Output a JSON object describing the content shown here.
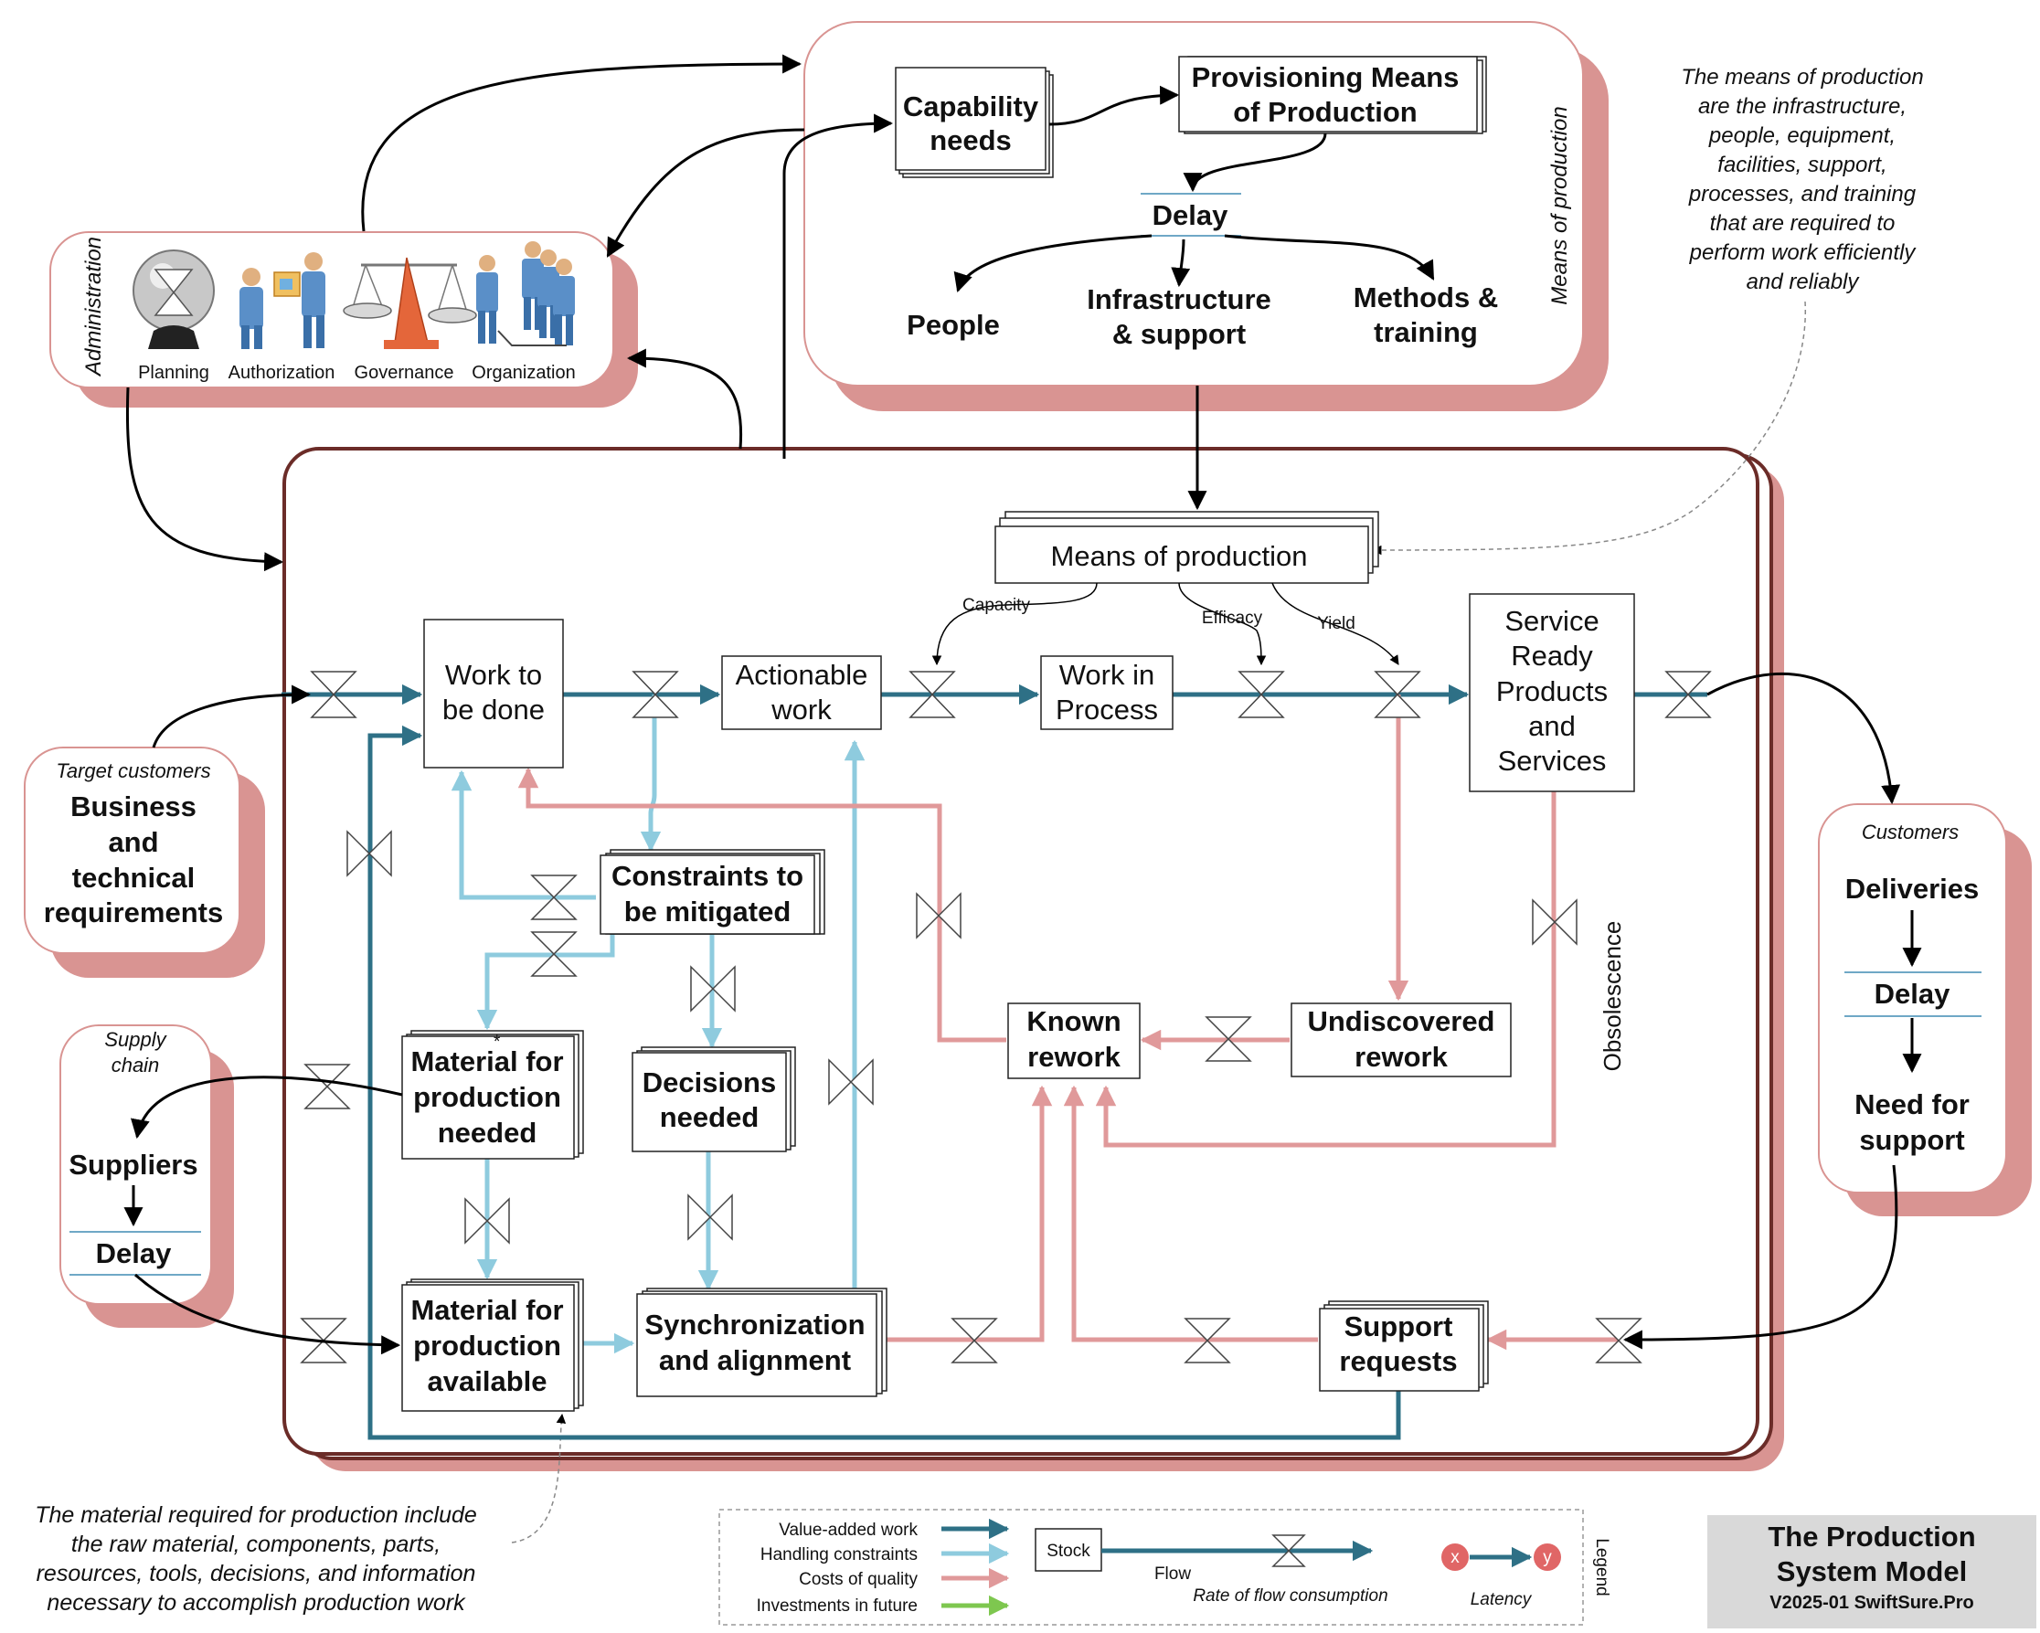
{
  "colors": {
    "value_added": "#2e7086",
    "handling": "#8ecbde",
    "quality": "#e0999a",
    "investment": "#7ec74f",
    "shadow": "#d99492",
    "frame": "#6b2c28",
    "title_bg": "#d9d9d9"
  },
  "administration": {
    "label": "Administration",
    "icons": [
      {
        "name": "planning-icon",
        "label": "Planning"
      },
      {
        "name": "authorization-icon",
        "label": "Authorization"
      },
      {
        "name": "governance-icon",
        "label": "Governance"
      },
      {
        "name": "organization-icon",
        "label": "Organization"
      }
    ]
  },
  "means_panel": {
    "label": "Means of production",
    "capability": [
      "Capability",
      "needs"
    ],
    "provisioning": [
      "Provisioning Means",
      "of Production"
    ],
    "delay": "Delay",
    "people": "People",
    "infrastructure": [
      "Infrastructure",
      "& support"
    ],
    "methods": [
      "Methods &",
      "training"
    ]
  },
  "means_note": [
    "The means of production",
    "are the infrastructure,",
    "people, equipment,",
    "facilities, support,",
    "processes, and training",
    "that are required to",
    "perform work efficiently",
    "and reliably"
  ],
  "material_note": [
    "The material required for production include",
    "the raw material, components, parts,",
    "resources, tools, decisions, and information",
    "necessary to accomplish production work"
  ],
  "target_customers": {
    "label": "Target customers",
    "text": [
      "Business",
      "and",
      "technical",
      "requirements"
    ]
  },
  "supply_chain": {
    "label": [
      "Supply",
      "chain"
    ],
    "suppliers": "Suppliers",
    "delay": "Delay"
  },
  "customers": {
    "label": "Customers",
    "deliveries": "Deliveries",
    "delay": "Delay",
    "support": [
      "Need for",
      "support"
    ]
  },
  "stocks": {
    "means": "Means of production",
    "work_to_be_done": [
      "Work to",
      "be done"
    ],
    "actionable": [
      "Actionable",
      "work"
    ],
    "wip": [
      "Work in",
      "Process"
    ],
    "service_ready": [
      "Service",
      "Ready",
      "Products",
      "and",
      "Services"
    ],
    "constraints": [
      "Constraints to",
      "be mitigated"
    ],
    "material_needed": [
      "Material for",
      "production",
      "needed"
    ],
    "decisions": [
      "Decisions",
      "needed"
    ],
    "material_available": [
      "Material for",
      "production",
      "available"
    ],
    "synchronization": [
      "Synchronization",
      "and alignment"
    ],
    "known_rework": [
      "Known",
      "rework"
    ],
    "undiscovered": [
      "Undiscovered",
      "rework"
    ],
    "support_requests": [
      "Support",
      "requests"
    ]
  },
  "flow_labels": {
    "capacity": "Capacity",
    "efficacy": "Efficacy",
    "yield": "Yield",
    "obsolescence": "Obsolescence",
    "asterisk": "*"
  },
  "legend": {
    "items": [
      "Value-added work",
      "Handling constraints",
      "Costs of quality",
      "Investments in future"
    ],
    "stock": "Stock",
    "flow": "Flow",
    "rate": "Rate of flow consumption",
    "latency": "Latency",
    "x": "x",
    "y": "y",
    "title": "Legend"
  },
  "title_box": {
    "line1": "The Production",
    "line2": "System Model",
    "version": "V2025-01 SwiftSure.Pro"
  }
}
